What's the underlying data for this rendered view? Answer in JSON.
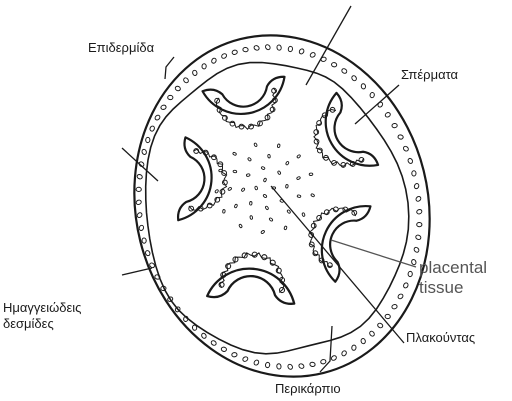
{
  "diagram": {
    "labels": {
      "epidermis": "Επιδερμίδα",
      "seeds": "Σπέρματα",
      "placental_tissue": "placental\ntissue",
      "vascular_bundles": "Ημαγγειώδεις\nδεσμίδες",
      "placenta": "Πλακούντας",
      "pericarp": "Περικάρπιο"
    },
    "colors": {
      "line": "#1a1a1a",
      "faded_label": "#555555"
    }
  }
}
